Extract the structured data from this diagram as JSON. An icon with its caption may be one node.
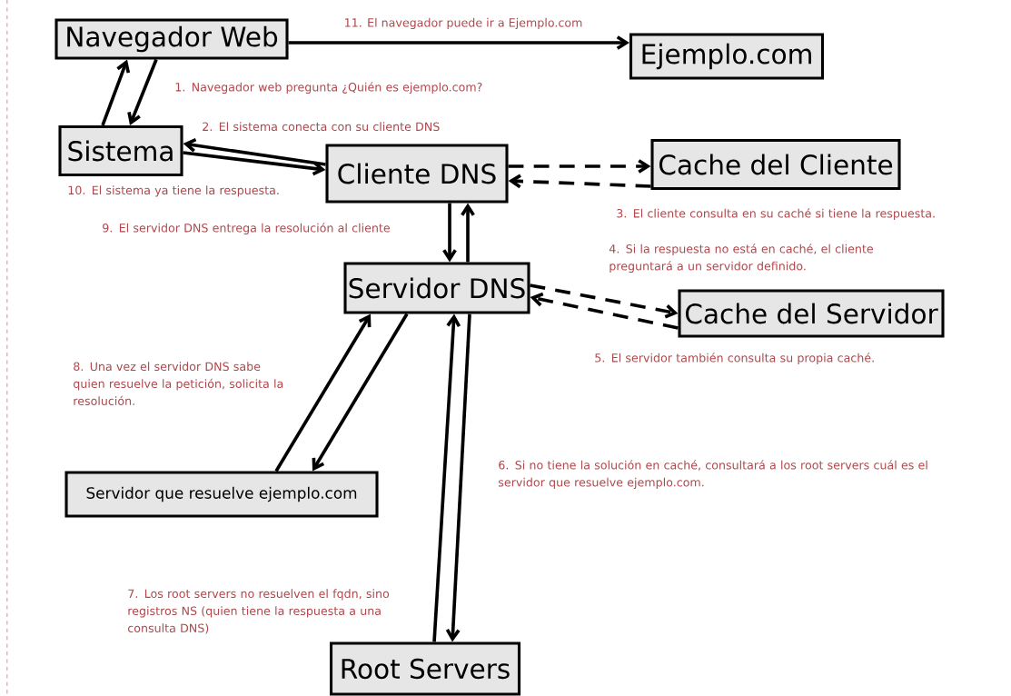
{
  "diagram": {
    "nodes": [
      {
        "text": [
          "Navegador Web"
        ]
      },
      {
        "text": [
          "Ejemplo.com"
        ]
      },
      {
        "text": [
          "Sistema"
        ]
      },
      {
        "text": [
          "Cliente DNS"
        ]
      },
      {
        "text": [
          "Cache del Cliente"
        ]
      },
      {
        "text": [
          "Servidor DNS"
        ]
      },
      {
        "text": [
          "Cache del Servidor"
        ]
      },
      {
        "text": [
          "Servidor que resuelve ejemplo.com"
        ]
      },
      {
        "text": [
          "Root Servers"
        ]
      }
    ],
    "edges": [
      {
        "from": 0,
        "to": 1,
        "arrow": "to",
        "label": "11. El navegador puede ir a Ejemplo.com"
      },
      {
        "from": 2,
        "to": 0,
        "arrow": "to"
      },
      {
        "from": 0,
        "to": 2,
        "arrow": "to"
      },
      {
        "from": 3,
        "to": 2,
        "arrow": "to"
      },
      {
        "from": 2,
        "to": 3,
        "arrow": "to"
      },
      {
        "from": 3,
        "to": 4,
        "arrow": "to",
        "style": "dashed"
      },
      {
        "from": 4,
        "to": 3,
        "arrow": "to",
        "style": "dashed"
      },
      {
        "from": 3,
        "to": 5,
        "arrow": "to"
      },
      {
        "from": 5,
        "to": 3,
        "arrow": "to"
      },
      {
        "from": 5,
        "to": 6,
        "arrow": "to",
        "style": "dashed"
      },
      {
        "from": 6,
        "to": 5,
        "arrow": "to",
        "style": "dashed"
      },
      {
        "from": 7,
        "to": 5,
        "arrow": "to"
      },
      {
        "from": 5,
        "to": 7,
        "arrow": "to"
      },
      {
        "from": 8,
        "to": 5,
        "arrow": "to"
      },
      {
        "from": 5,
        "to": 8,
        "arrow": "to"
      }
    ],
    "labels": [
      "1. Navegador web pregunta ¿Quién es ejemplo.com?",
      "2. El sistema conecta con su cliente DNS",
      "10. El sistema ya tiene la respuesta.",
      "9. El servidor DNS entrega la resolución al cliente",
      "3. El cliente consulta en su caché si tiene la respuesta.",
      "4. Si la respuesta no está en caché, el cliente preguntará a un servidor definido.",
      "5. El servidor también consulta su propia caché.",
      "8. Una vez el servidor DNS sabe quien resuelve la petición, solicita la resolución.",
      "6. Si no tiene la solución en caché, consultará a los root servers cuál es el servidor que resuelve ejemplo.com.",
      "7. Los root servers no resuelven el fqdn, sino registros NS (quien tiene la respuesta a una consulta DNS)"
    ]
  }
}
